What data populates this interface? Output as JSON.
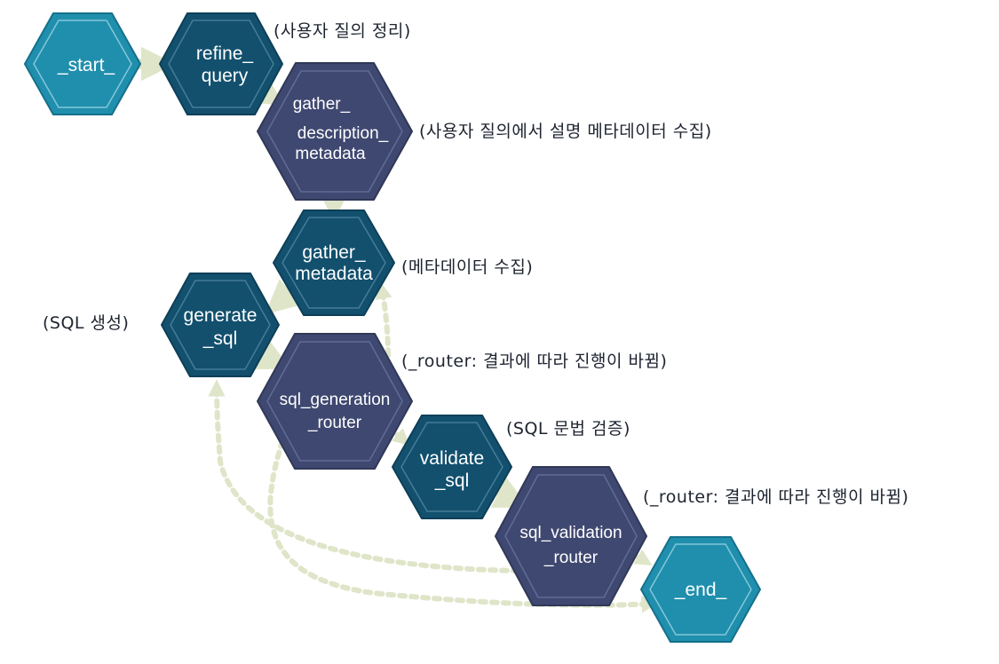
{
  "nodes": {
    "start": "_start_",
    "refine_query": [
      "refine_",
      "query"
    ],
    "gather_description_metadata": [
      "gather_",
      "description_",
      "metadata"
    ],
    "gather_metadata": [
      "gather_",
      "metadata"
    ],
    "generate_sql": [
      "generate",
      "_sql"
    ],
    "sql_generation_router": [
      "sql_generation",
      "_router"
    ],
    "validate_sql": [
      "validate",
      "_sql"
    ],
    "sql_validation_router": [
      "sql_validation",
      "_router"
    ],
    "end": "_end_"
  },
  "annotations": {
    "refine_query": "(사용자 질의 정리)",
    "gather_description_metadata": "(사용자 질의에서 설명 메타데이터 수집)",
    "gather_metadata": "(메타데이터 수집)",
    "generate_sql": "(SQL 생성)",
    "sql_generation_router": "(_router: 결과에 따라 진행이 바뀜)",
    "validate_sql": "(SQL 문법 검증)",
    "sql_validation_router": "(_router: 결과에 따라 진행이 바뀜)"
  },
  "colors": {
    "start_end": "#1f8fad",
    "process": "#12506e",
    "router": "#3f4870",
    "edge": "#dfe5c8",
    "outline": "#9fd3e3",
    "text": "#1e2430"
  }
}
